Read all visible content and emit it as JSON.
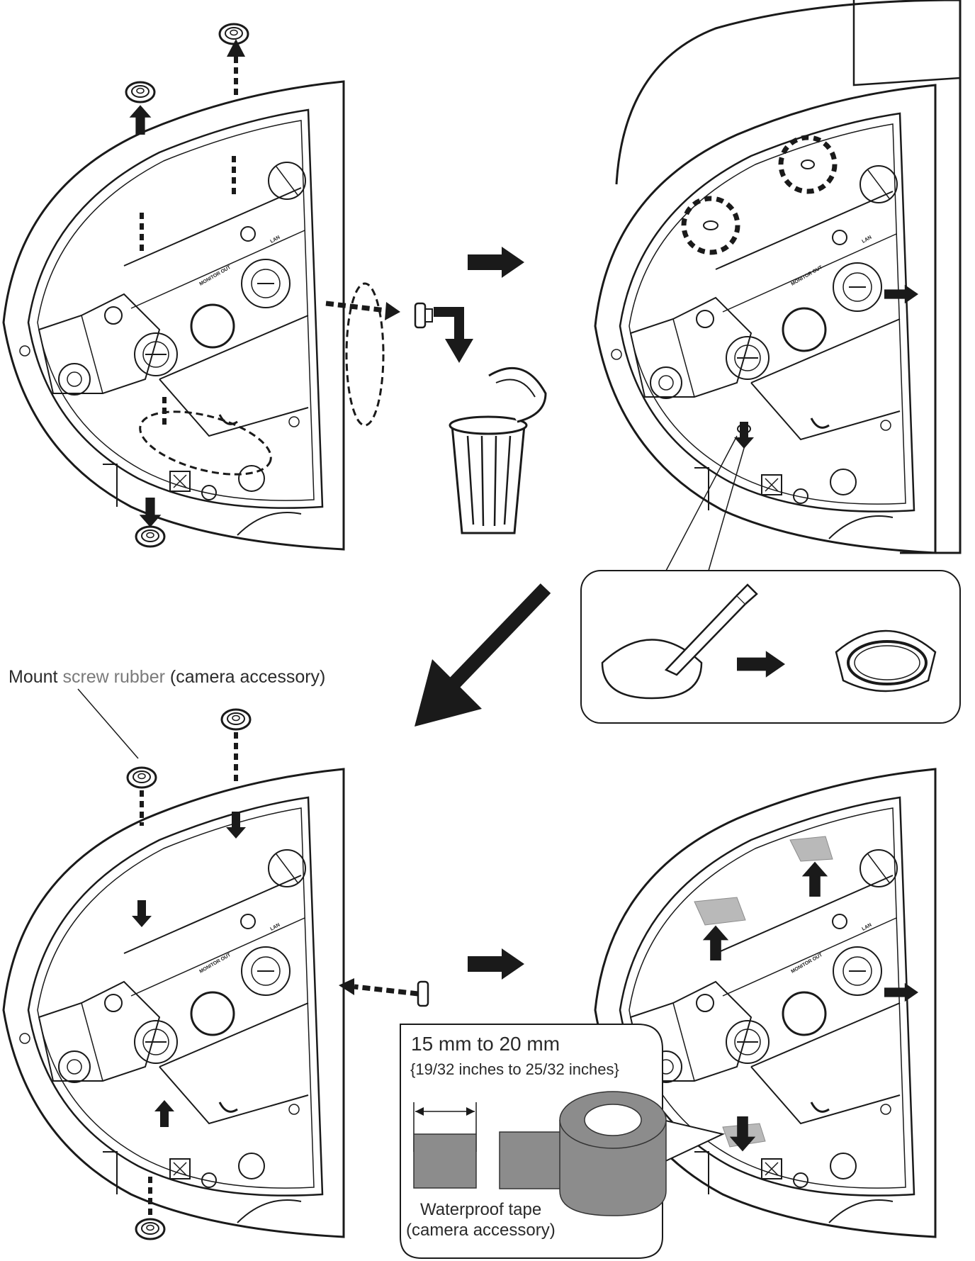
{
  "labels": {
    "mount_screw_rubber_prefix": "Mount ",
    "mount_screw_rubber_middle": "screw rubber",
    "mount_screw_rubber_suffix": " (camera accessory)",
    "tape_width_mm": "15 mm to 20 mm",
    "tape_width_inches": "{19/32 inches to 25/32 inches}",
    "waterproof_tape_line1": "Waterproof tape",
    "waterproof_tape_line2": "(camera accessory)"
  },
  "housing_markings": {
    "monitor_out": "MONITOR OUT",
    "lan": "LAN"
  },
  "colors": {
    "line": "#1a1a1a",
    "tape_gray": "#8c8c8c",
    "tape_light": "#b9b9b9",
    "background": "#ffffff"
  }
}
